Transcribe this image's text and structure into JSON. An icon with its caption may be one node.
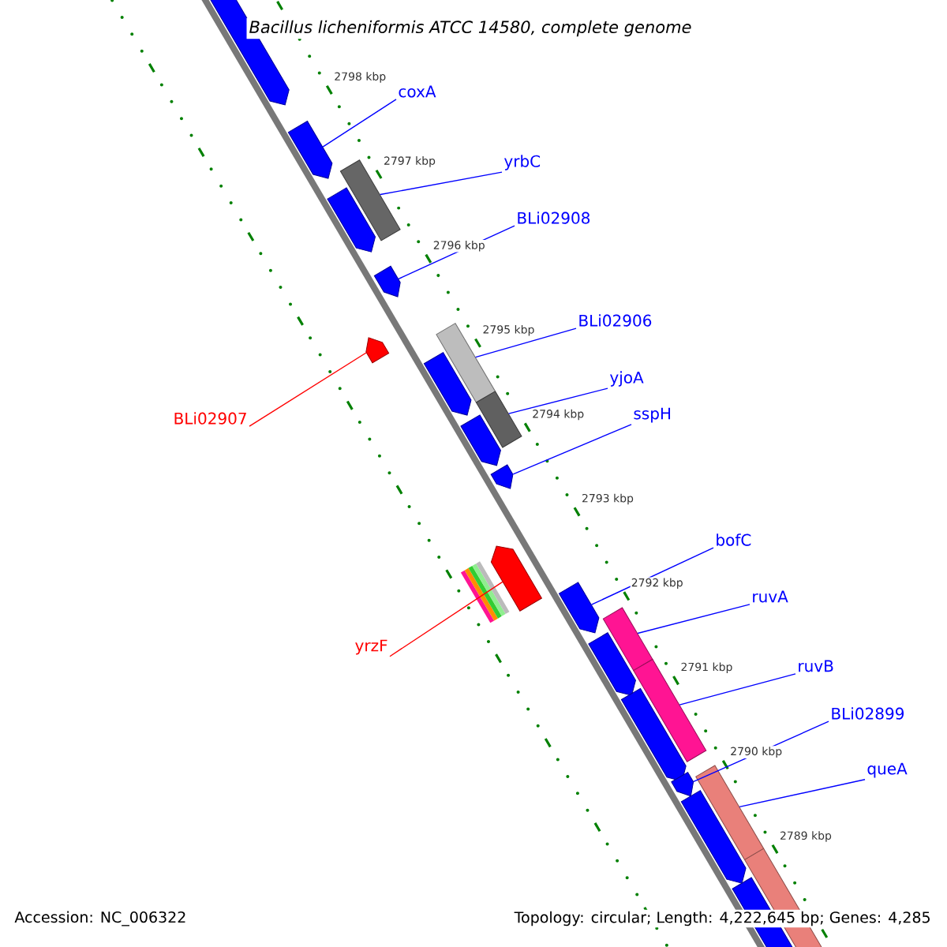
{
  "diagram": {
    "title": "Bacillus licheniformis ATCC 14580, complete genome",
    "nodes": [
      {
        "text": [
          "coxA"
        ]
      },
      {
        "text": [],
        "shape": "arrow"
      },
      {
        "text": [
          "yrbC"
        ]
      },
      {
        "text": [],
        "shape": "box"
      },
      {
        "text": [
          "BLi02908"
        ]
      },
      {
        "text": [],
        "shape": "arrow"
      },
      {
        "text": [
          "BLi02906"
        ]
      },
      {
        "text": [],
        "shape": "box"
      },
      {
        "text": [
          "yjoA"
        ]
      },
      {
        "text": [],
        "shape": "box"
      },
      {
        "text": [
          "BLi02907"
        ]
      },
      {
        "text": [],
        "shape": "arrow"
      },
      {
        "text": [
          "sspH"
        ]
      },
      {
        "text": [],
        "shape": "arrow"
      },
      {
        "text": [
          "bofC"
        ]
      },
      {
        "text": [],
        "shape": "arrow"
      },
      {
        "text": [
          "ruvA"
        ]
      },
      {
        "text": [],
        "shape": "box"
      },
      {
        "text": [
          "yrzF"
        ]
      },
      {
        "text": [],
        "shape": "arrow"
      },
      {
        "text": [
          "ruvB"
        ]
      },
      {
        "text": [],
        "shape": "box"
      },
      {
        "text": [
          "BLi02899"
        ]
      },
      {
        "text": [],
        "shape": "arrow"
      },
      {
        "text": [
          "queA"
        ]
      },
      {
        "text": [],
        "shape": "box"
      }
    ],
    "edges": [
      {
        "from": 0,
        "to": 1,
        "arrow": "none"
      },
      {
        "from": 2,
        "to": 3,
        "arrow": "none"
      },
      {
        "from": 4,
        "to": 5,
        "arrow": "none"
      },
      {
        "from": 6,
        "to": 7,
        "arrow": "none"
      },
      {
        "from": 8,
        "to": 9,
        "arrow": "none"
      },
      {
        "from": 10,
        "to": 11,
        "arrow": "none",
        "color": "#ff0000"
      },
      {
        "from": 12,
        "to": 13,
        "arrow": "none"
      },
      {
        "from": 14,
        "to": 15,
        "arrow": "none"
      },
      {
        "from": 16,
        "to": 17,
        "arrow": "none"
      },
      {
        "from": 18,
        "to": 19,
        "arrow": "none",
        "color": "#ff0000"
      },
      {
        "from": 20,
        "to": 21,
        "arrow": "none"
      },
      {
        "from": 22,
        "to": 23,
        "arrow": "none"
      },
      {
        "from": 24,
        "to": 25,
        "arrow": "none"
      }
    ],
    "labels": [
      "2798 kbp",
      "2797 kbp",
      "2796 kbp",
      "2795 kbp",
      "2794 kbp",
      "2793 kbp",
      "2792 kbp",
      "2791 kbp",
      "2790 kbp",
      "2789 kbp",
      "Accession: NC_006322",
      "Topology: circular; Length: 4,222,645 bp; Genes: 4,285"
    ]
  }
}
